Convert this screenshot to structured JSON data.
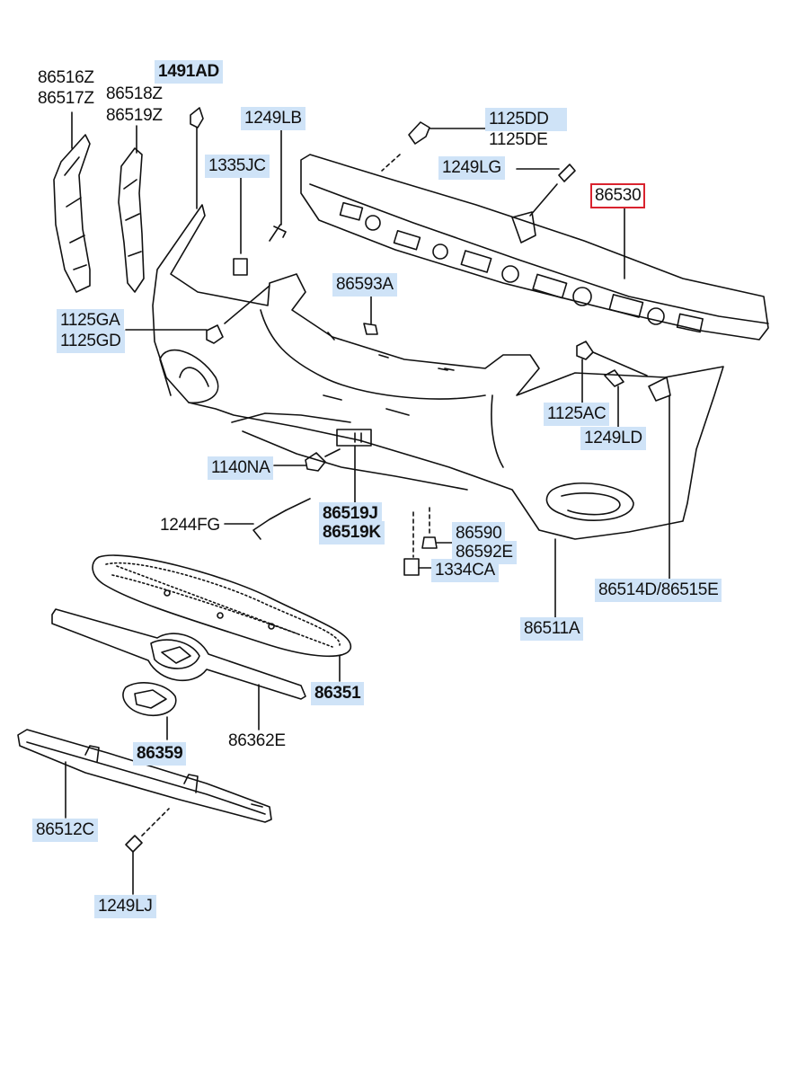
{
  "labels": {
    "p86516z": "86516Z",
    "p86517z": "86517Z",
    "p1491ad": "1491AD",
    "p86518z": "86518Z",
    "p86519z": "86519Z",
    "p1249lb": "1249LB",
    "p1125dd": "1125DD",
    "p1125de": "1125DE",
    "p1335jc": "1335JC",
    "p1249lg": "1249LG",
    "p86530": "86530",
    "p86593a": "86593A",
    "p1125ga": "1125GA",
    "p1125gd": "1125GD",
    "p1125ac": "1125AC",
    "p1249ld": "1249LD",
    "p1140na": "1140NA",
    "p86519j": "86519J",
    "p86519k": "86519K",
    "p1244fg": "1244FG",
    "p86590": "86590",
    "p86592e": "86592E",
    "p1334ca": "1334CA",
    "p86514d": "86514D/86515E",
    "p86511a": "86511A",
    "p86351": "86351",
    "p86362e": "86362E",
    "p86359": "86359",
    "p86512c": "86512C",
    "p1249lj": "1249LJ"
  },
  "colors": {
    "highlight": "#cfe3f7",
    "selected_border": "#d9232e",
    "line": "#111111"
  }
}
